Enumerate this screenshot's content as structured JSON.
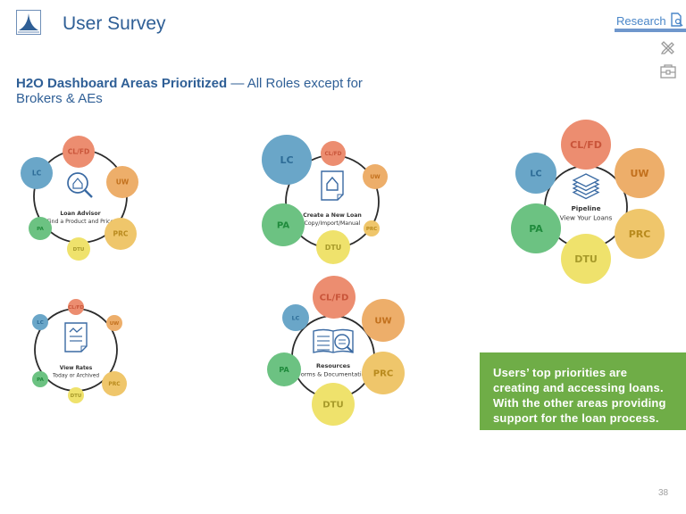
{
  "header": {
    "title": "User Survey",
    "logo_icon": "triangle-logo-icon"
  },
  "nav": {
    "research_label": "Research",
    "research_icon": "document-search-icon",
    "tools_icon": "pencil-ruler-icon",
    "box_icon": "toolbox-icon"
  },
  "subtitle": {
    "bold": "H2O Dashboard Areas Prioritized",
    "rest": " — All Roles except for Brokers & AEs"
  },
  "colors": {
    "CL/FD": "#ec8d70",
    "UW": "#edae6a",
    "PRC": "#efc66b",
    "DTU": "#efe26c",
    "PA": "#6cc282",
    "LC": "#6aa6c8",
    "CL/FD_text": "#c9553a",
    "UW_text": "#c2701d",
    "PRC_text": "#b88a1d",
    "DTU_text": "#a79a2a",
    "PA_text": "#1f8b3c",
    "LC_text": "#2d6c97",
    "accent": "#2f5f96",
    "callout_bg": "#6fad47"
  },
  "clusters": [
    {
      "id": "loan-advisor",
      "icon": "house-magnifier-icon",
      "title": "Loan Advisor",
      "subtitle": "Find a Product and Price",
      "bubbles": [
        {
          "role": "CL/FD",
          "size": "medium"
        },
        {
          "role": "UW",
          "size": "medium"
        },
        {
          "role": "PRC",
          "size": "medium"
        },
        {
          "role": "DTU",
          "size": "small"
        },
        {
          "role": "PA",
          "size": "small"
        },
        {
          "role": "LC",
          "size": "medium"
        }
      ]
    },
    {
      "id": "create-new-loan",
      "icon": "house-document-icon",
      "title": "Create a New Loan",
      "subtitle": "Copy/Import/Manual",
      "bubbles": [
        {
          "role": "CL/FD",
          "size": "small"
        },
        {
          "role": "UW",
          "size": "small"
        },
        {
          "role": "PRC",
          "size": "tiny"
        },
        {
          "role": "DTU",
          "size": "medium"
        },
        {
          "role": "PA",
          "size": "large"
        },
        {
          "role": "LC",
          "size": "xlarge"
        }
      ]
    },
    {
      "id": "pipeline",
      "icon": "stacked-layers-icon",
      "title": "Pipeline",
      "subtitle": "View Your Loans",
      "bubbles": [
        {
          "role": "CL/FD",
          "size": "large"
        },
        {
          "role": "UW",
          "size": "large"
        },
        {
          "role": "PRC",
          "size": "large"
        },
        {
          "role": "DTU",
          "size": "large"
        },
        {
          "role": "PA",
          "size": "large"
        },
        {
          "role": "LC",
          "size": "medium"
        }
      ]
    },
    {
      "id": "view-rates",
      "icon": "chart-document-icon",
      "title": "View Rates",
      "subtitle": "Today or Archived",
      "bubbles": [
        {
          "role": "CL/FD",
          "size": "tiny"
        },
        {
          "role": "UW",
          "size": "tiny"
        },
        {
          "role": "PRC",
          "size": "small"
        },
        {
          "role": "DTU",
          "size": "tiny"
        },
        {
          "role": "PA",
          "size": "tiny"
        },
        {
          "role": "LC",
          "size": "tiny"
        }
      ]
    },
    {
      "id": "resources",
      "icon": "book-magnifier-icon",
      "title": "Resources",
      "subtitle": "Forms & Documentation",
      "bubbles": [
        {
          "role": "CL/FD",
          "size": "large"
        },
        {
          "role": "UW",
          "size": "large"
        },
        {
          "role": "PRC",
          "size": "large"
        },
        {
          "role": "DTU",
          "size": "large"
        },
        {
          "role": "PA",
          "size": "medium"
        },
        {
          "role": "LC",
          "size": "small"
        }
      ]
    }
  ],
  "callout": {
    "text": "Users’ top priorities are creating and accessing loans. With the other areas providing support for the loan process."
  },
  "page_number": "38"
}
